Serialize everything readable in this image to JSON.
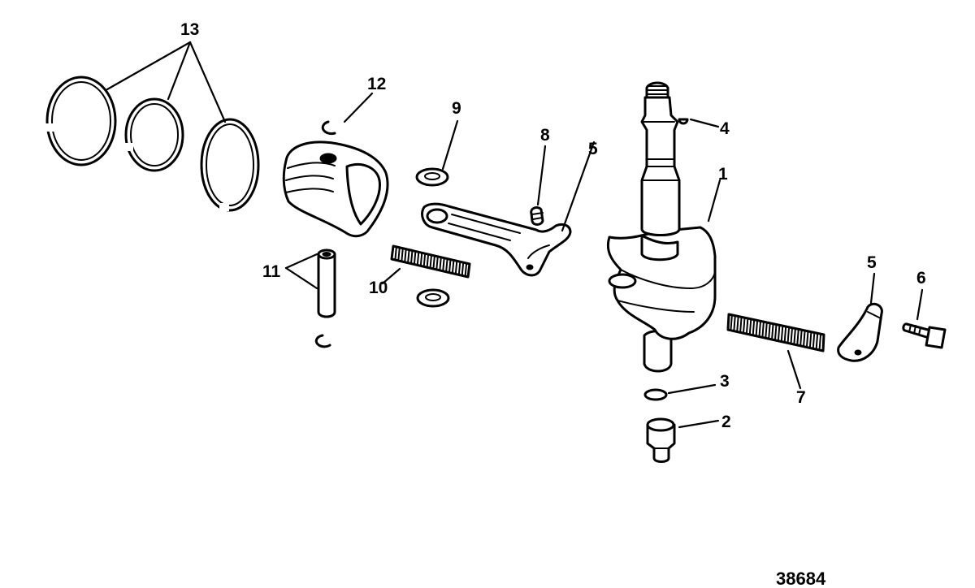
{
  "diagram": {
    "callouts": [
      "13",
      "12",
      "9",
      "8",
      "5",
      "4",
      "1",
      "11",
      "10",
      "5",
      "6",
      "3",
      "7",
      "2"
    ],
    "drawing_number": "38684"
  }
}
